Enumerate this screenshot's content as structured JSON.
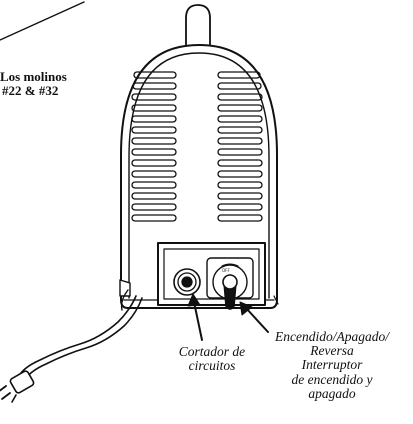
{
  "heading": {
    "line1": "Los molinos",
    "line2": "#22 & #32"
  },
  "breaker_label": {
    "line1": "Cortador de",
    "line2": "circuitos"
  },
  "switch_label": {
    "line1": "Encendido/Apagado/",
    "line2": "Reversa",
    "line3": "Interruptor",
    "line4": "de encendido y",
    "line5": "apagado"
  },
  "colors": {
    "ink": "#111111",
    "paper": "#ffffff"
  },
  "icons": [
    "grinder-body",
    "vent-slots",
    "circuit-breaker-icon",
    "power-switch-icon",
    "power-cord",
    "plug-icon",
    "pointer-arrow"
  ]
}
